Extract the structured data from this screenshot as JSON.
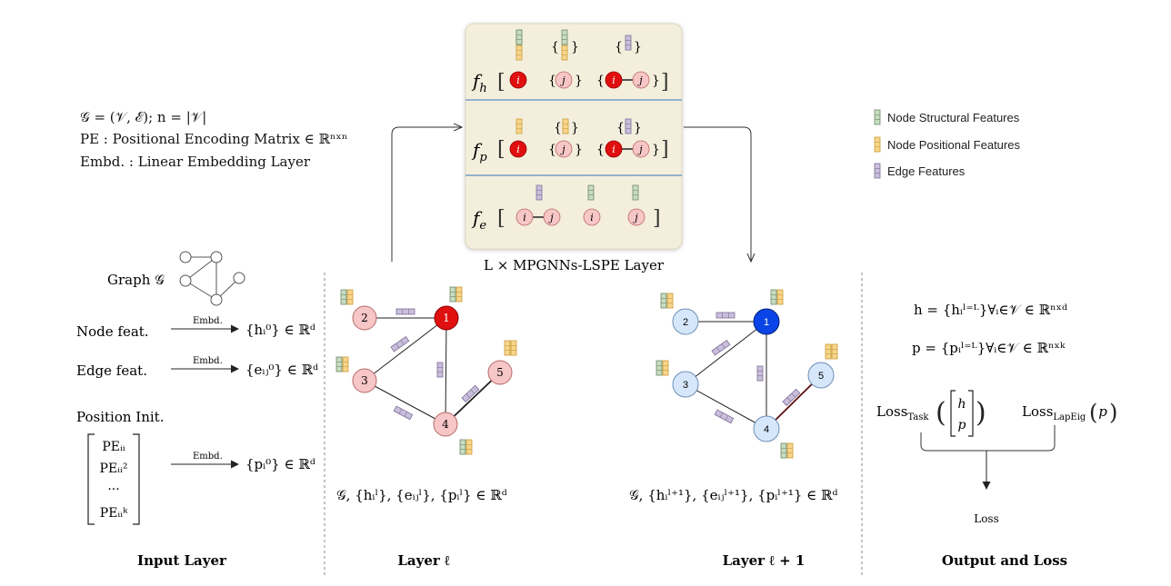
{
  "top_defs": {
    "line1": "𝒢 = (𝒱, ℰ);  n = |𝒱|",
    "line2": "PE : Positional Encoding Matrix ∈ ℝⁿˣⁿ",
    "line3": "Embd. : Linear Embedding Layer"
  },
  "legend": {
    "structural": "Node Structural Features",
    "positional": "Node Positional Features",
    "edge": "Edge Features"
  },
  "colors": {
    "structural": "#c7dcc2",
    "positional": "#f8d58c",
    "edge": "#c9bedb",
    "node_red": "#e01010",
    "node_pink": "#f7c6c6",
    "node_blue": "#0a44e6",
    "node_lightblue": "#d6e7fb",
    "panel_bg": "#f4efdd"
  },
  "panel": {
    "fh": "f",
    "fh_sub": "h",
    "fp": "f",
    "fp_sub": "p",
    "fe": "f",
    "fe_sub": "e",
    "node_i": "i",
    "node_j": "j",
    "caption": "L × MPGNNs-LSPE Layer"
  },
  "input_layer": {
    "graph_label": "Graph 𝒢",
    "node_feat": "Node feat.",
    "edge_feat": "Edge feat.",
    "pos_init": "Position Init.",
    "embd": "Embd.",
    "h0": "{hᵢ⁰} ∈ ℝᵈ",
    "e0": "{eᵢⱼ⁰} ∈ ℝᵈ",
    "p0": "{pᵢ⁰} ∈ ℝᵈ",
    "pe_rows": [
      "PEᵢᵢ",
      "PEᵢᵢ²",
      "···",
      "PEᵢᵢᵏ"
    ],
    "title": "Input Layer"
  },
  "layer_l": {
    "nodes": [
      "1",
      "2",
      "3",
      "4",
      "5"
    ],
    "formula": "𝒢, {hᵢˡ}, {eᵢⱼˡ}, {pᵢˡ} ∈ ℝᵈ",
    "title": "Layer ℓ"
  },
  "layer_l1": {
    "nodes": [
      "1",
      "2",
      "3",
      "4",
      "5"
    ],
    "formula": "𝒢, {hᵢˡ⁺¹}, {eᵢⱼˡ⁺¹}, {pᵢˡ⁺¹} ∈ ℝᵈ",
    "title": "Layer ℓ + 1"
  },
  "output": {
    "h_def": "h = {hᵢˡ⁼ᴸ}∀ᵢ∈𝒱 ∈ ℝⁿˣᵈ",
    "p_def": "p = {pᵢˡ⁼ᴸ}∀ᵢ∈𝒱 ∈ ℝⁿˣᵏ",
    "loss_task": "Loss",
    "loss_task_sub": "Task",
    "loss_task_h": "h",
    "loss_task_p": "p",
    "loss_lap": "Loss",
    "loss_lap_sub": "LapEig",
    "loss_lap_arg": "p",
    "loss": "Loss",
    "title": "Output and Loss"
  }
}
